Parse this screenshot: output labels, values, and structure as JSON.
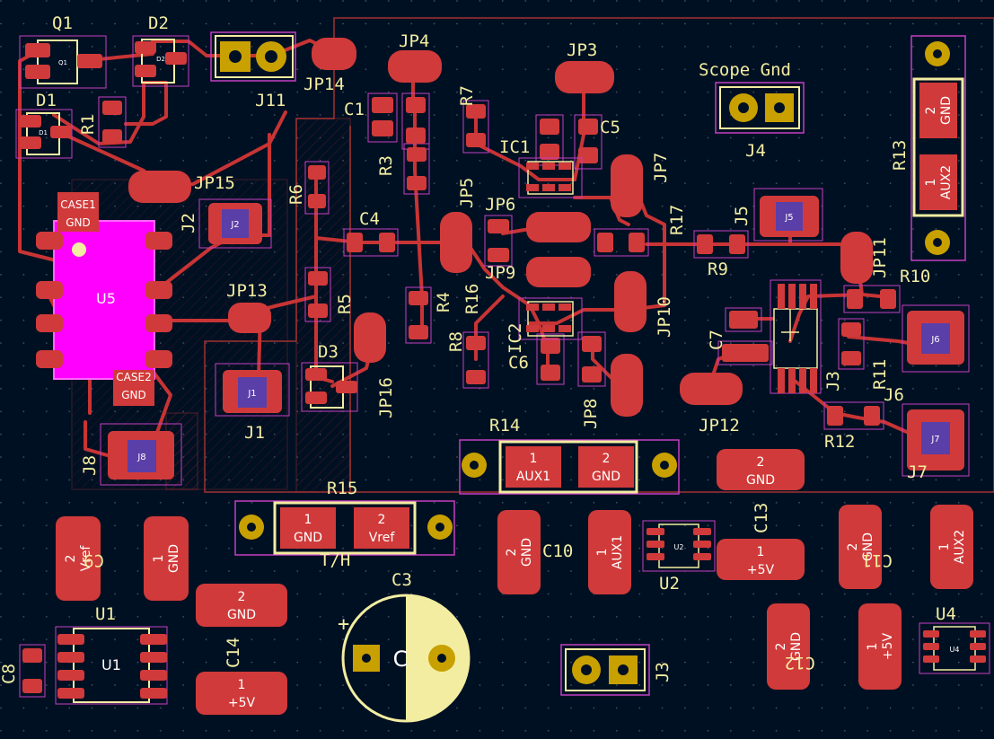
{
  "colors": {
    "background": "#001023",
    "copper": "#c83434",
    "pad": "#d13a3a",
    "silkscreen": "#f2eda1",
    "courtyard": "#c33fc2",
    "highlight": "#ff00ff",
    "edge": "#e5dc9d"
  },
  "refs": {
    "Q1": "Q1",
    "D2": "D2",
    "D1": "D1",
    "R1": "R1",
    "J11": "J11",
    "JP14": "JP14",
    "JP4": "JP4",
    "JP3": "JP3",
    "scope_gnd": "Scope Gnd",
    "C1": "C1",
    "R7": "R7",
    "C5": "C5",
    "IC1": "IC1",
    "JP7": "JP7",
    "J4": "J4",
    "R13": "R13",
    "JP15": "JP15",
    "R6": "R6",
    "J2": "J2",
    "C4": "C4",
    "JP5": "JP5",
    "JP6": "JP6",
    "R17": "R17",
    "J5": "J5",
    "R9": "R9",
    "JP11": "JP11",
    "R10": "R10",
    "U5": "U5",
    "JP13": "JP13",
    "R5": "R5",
    "R4": "R4",
    "R16": "R16",
    "JP9": "JP9",
    "JP10": "JP10",
    "C7": "C7",
    "R11": "R11",
    "J6": "J6",
    "D3": "D3",
    "R8": "R8",
    "IC2": "IC2",
    "C6": "C6",
    "J3": "J3",
    "J1": "J1",
    "JP16": "JP16",
    "JP8": "JP8",
    "JP12": "JP12",
    "R12": "R12",
    "J7": "J7",
    "J8": "J8",
    "R14": "R14",
    "C13": "C13",
    "R15": "R15",
    "C9": "C9",
    "C10": "C10",
    "C11": "C11",
    "U2": "U2",
    "C14": "C14",
    "C3": "C3",
    "U1": "U1",
    "U4": "U4",
    "C12": "C12",
    "C8": "C8",
    "J3b": "J3",
    "plus": "+",
    "tilde": "T/H",
    "r3": "R3"
  },
  "pads": {
    "case1": "CASE1",
    "case2": "CASE2",
    "gnd": "GND",
    "n1": "1",
    "n2": "2",
    "vref": "Vref",
    "aux1": "AUX1",
    "aux2": "AUX2",
    "p5v": "+5V"
  },
  "fab": {
    "Q1": "Q1",
    "D2": "D2",
    "D1": "D1",
    "J2": "J2",
    "J1": "J1",
    "J5": "J5",
    "J6": "J6",
    "J7": "J7",
    "J8": "J8",
    "U2": "U2",
    "U4": "U4",
    "U1": "U1",
    "U5": "U5",
    "R14": "R14",
    "R15": "R15",
    "R13": "R13",
    "C3": "C"
  }
}
